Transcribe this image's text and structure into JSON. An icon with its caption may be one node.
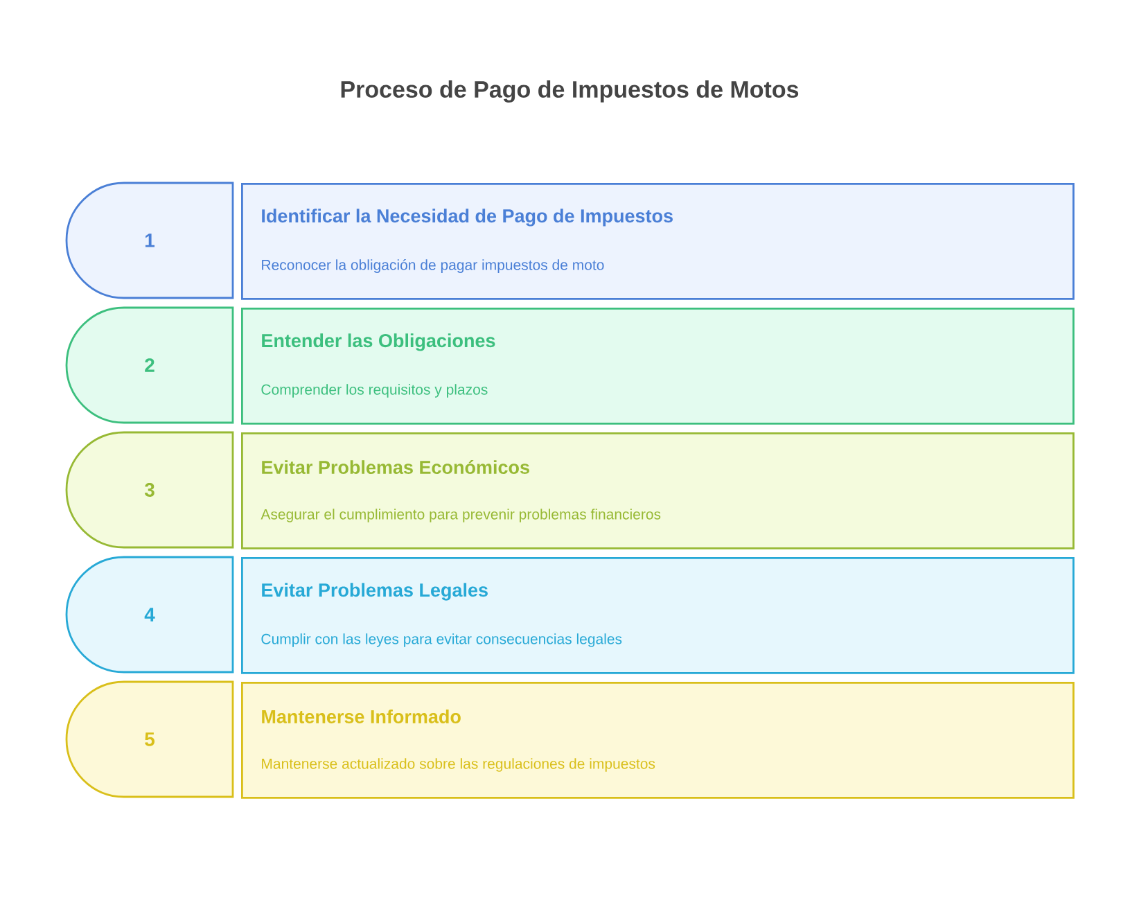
{
  "diagram": {
    "title": "Proceso de Pago de Impuestos de Motos",
    "nodes": [
      {
        "text": [
          "1"
        ]
      },
      {
        "text": [
          "Identificar la Necesidad de Pago de Impuestos",
          "Reconocer la obligación de pagar impuestos de moto"
        ]
      },
      {
        "text": [
          "2"
        ]
      },
      {
        "text": [
          "Entender las Obligaciones",
          "Comprender los requisitos y plazos"
        ]
      },
      {
        "text": [
          "3"
        ]
      },
      {
        "text": [
          "Evitar Problemas Económicos",
          "Asegurar el cumplimiento para prevenir problemas financieros"
        ]
      },
      {
        "text": [
          "4"
        ]
      },
      {
        "text": [
          "Evitar Problemas Legales",
          "Cumplir con las leyes para evitar consecuencias legales"
        ]
      },
      {
        "text": [
          "5"
        ]
      },
      {
        "text": [
          "Mantenerse Informado",
          "Mantenerse actualizado sobre las regulaciones de impuestos"
        ]
      }
    ]
  }
}
